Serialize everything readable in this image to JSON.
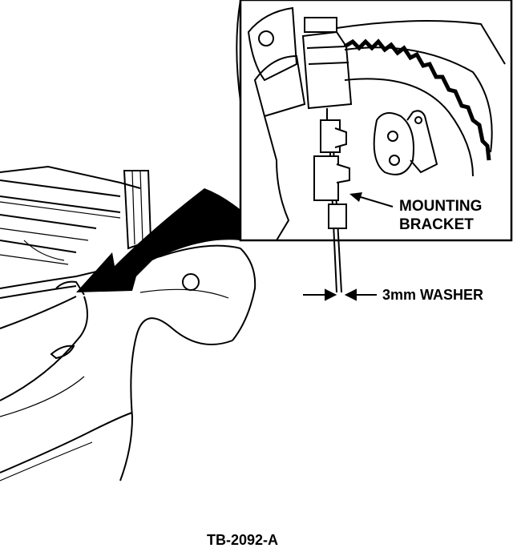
{
  "figure": {
    "callouts": {
      "mounting_bracket_line1": "MOUNTING",
      "mounting_bracket_line2": "BRACKET",
      "washer": "3mm WASHER"
    },
    "caption": "TB-2092-A"
  },
  "colors": {
    "ink": "#000000",
    "paper": "#ffffff"
  }
}
